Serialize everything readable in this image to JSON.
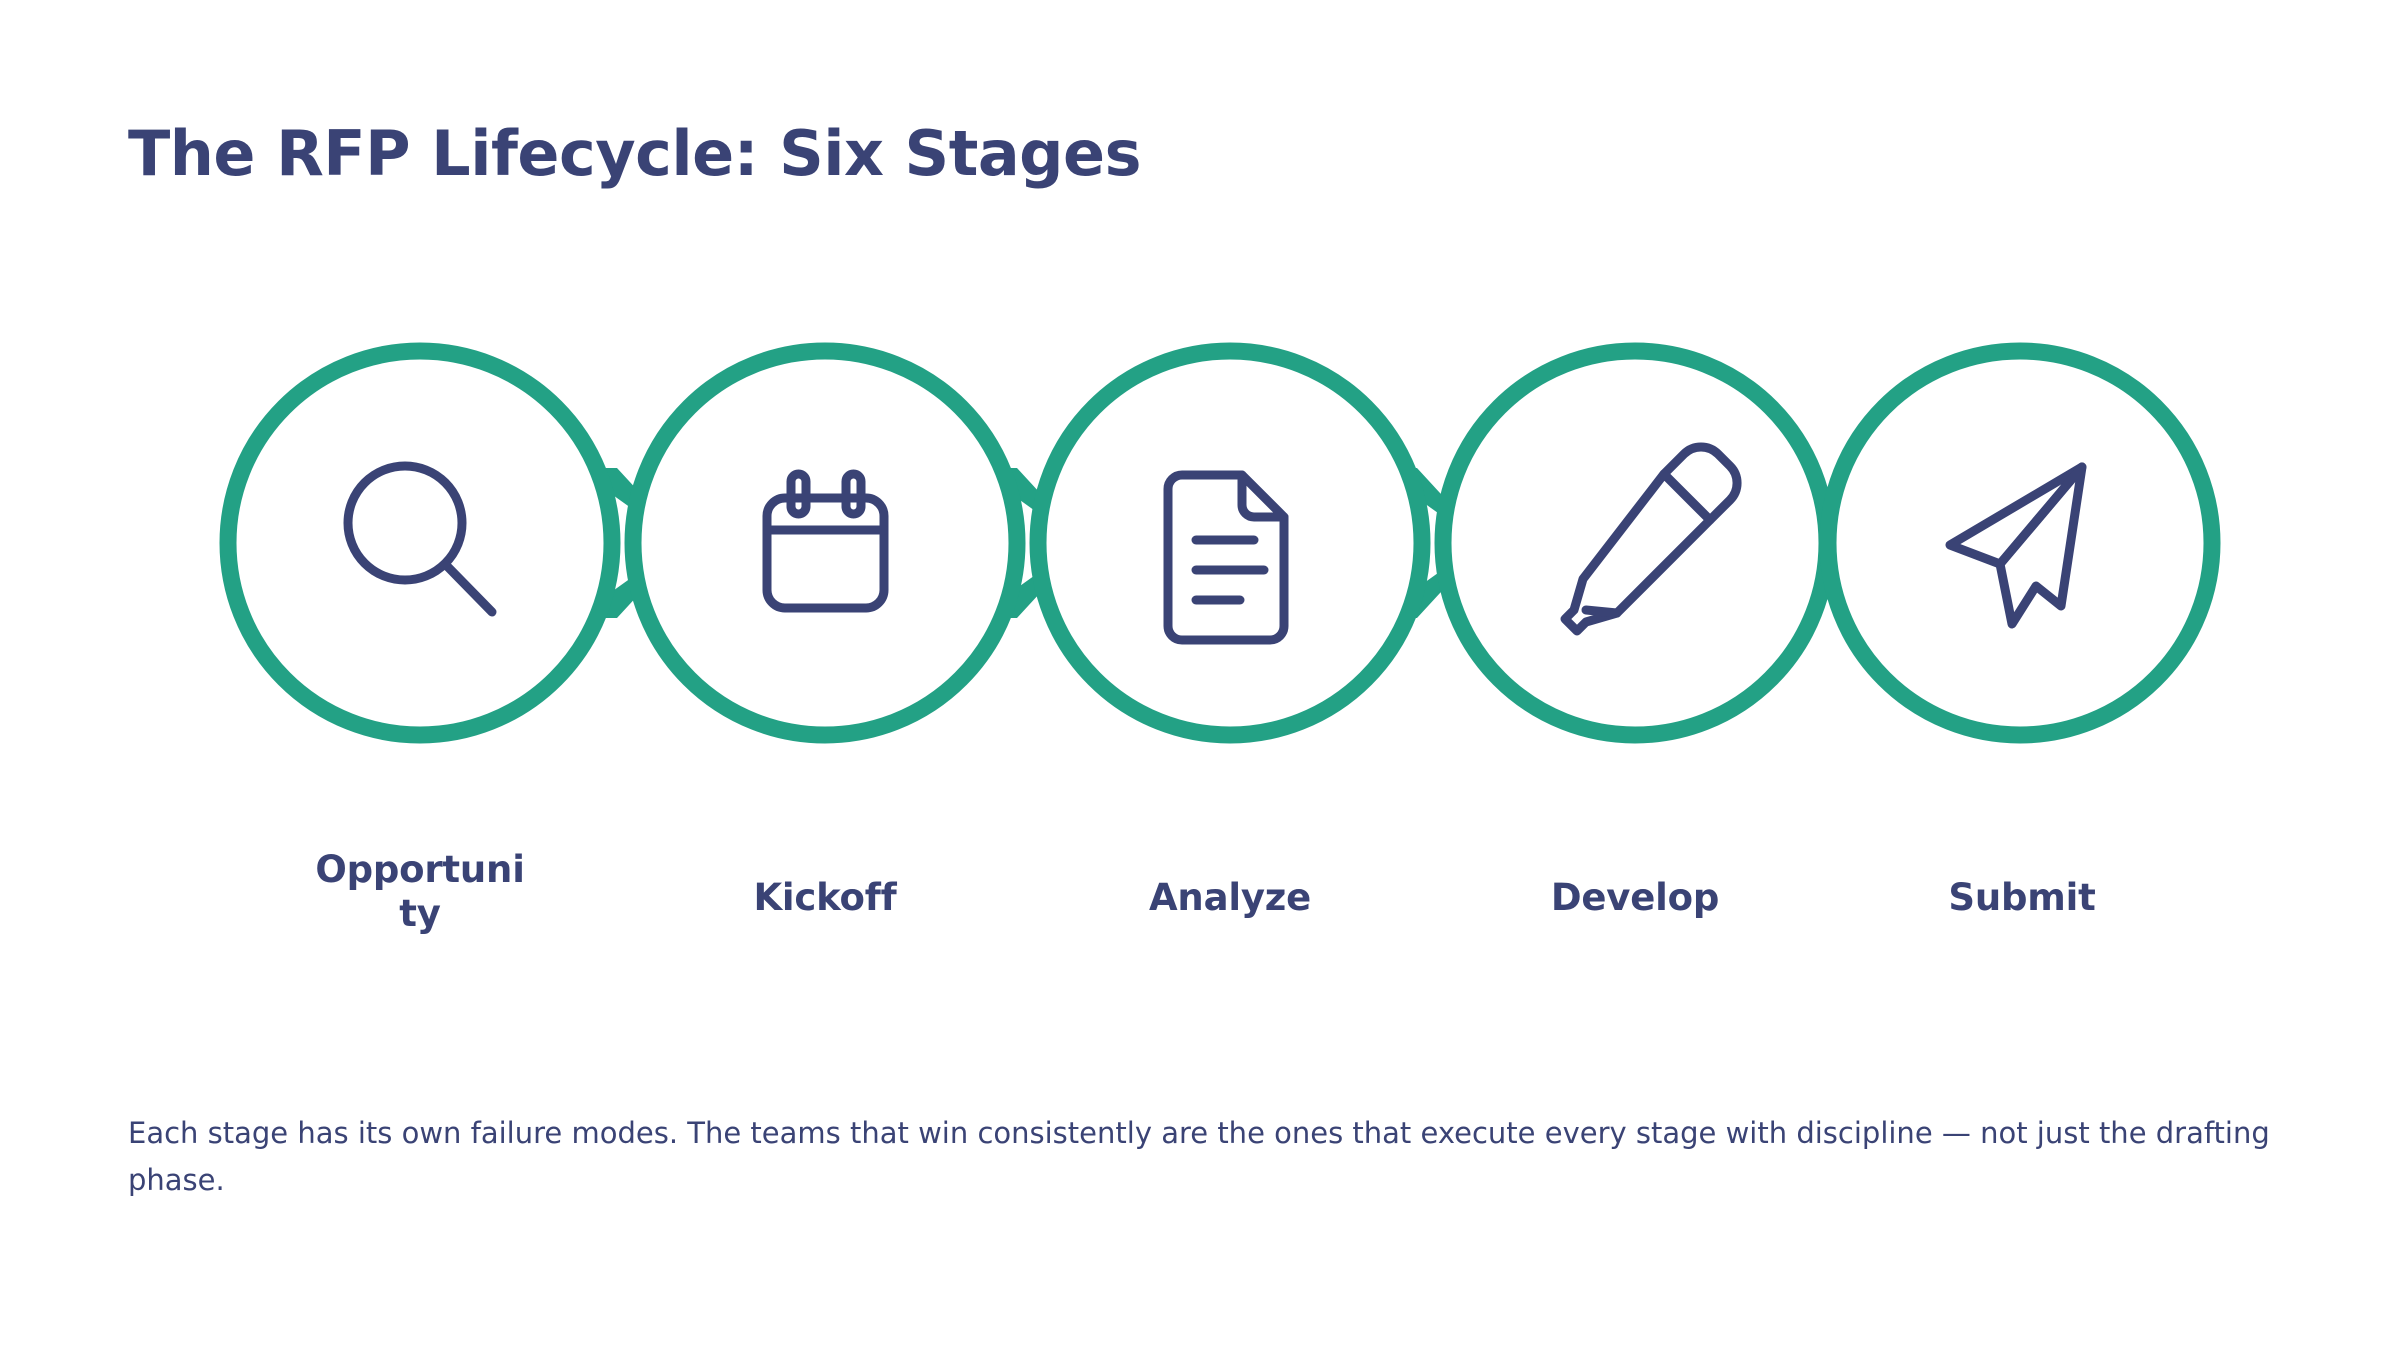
{
  "page": {
    "title": "The RFP Lifecycle: Six Stages",
    "background_color": "#ffffff"
  },
  "colors": {
    "navy": "#3a4375",
    "teal": "#23a185",
    "white": "#ffffff"
  },
  "diagram": {
    "type": "process-flow",
    "stage_count": 5,
    "stages": [
      {
        "label": "Opportunity",
        "label_line1": "Opportuni",
        "label_line2": "ty",
        "icon": "search-icon"
      },
      {
        "label": "Kickoff",
        "label_line1": "Kickoff",
        "label_line2": "",
        "icon": "calendar-icon"
      },
      {
        "label": "Analyze",
        "label_line1": "Analyze",
        "label_line2": "",
        "icon": "document-icon"
      },
      {
        "label": "Develop",
        "label_line1": "Develop",
        "label_line2": "",
        "icon": "pencil-icon"
      },
      {
        "label": "Submit",
        "label_line1": "Submit",
        "label_line2": "",
        "icon": "paper-plane-icon"
      }
    ],
    "connector": "chevron-arrow",
    "connector_count": 4
  },
  "caption": {
    "text": "Each stage has its own failure modes. The teams that win consistently are the ones that execute every stage with discipline — not just the drafting phase."
  }
}
